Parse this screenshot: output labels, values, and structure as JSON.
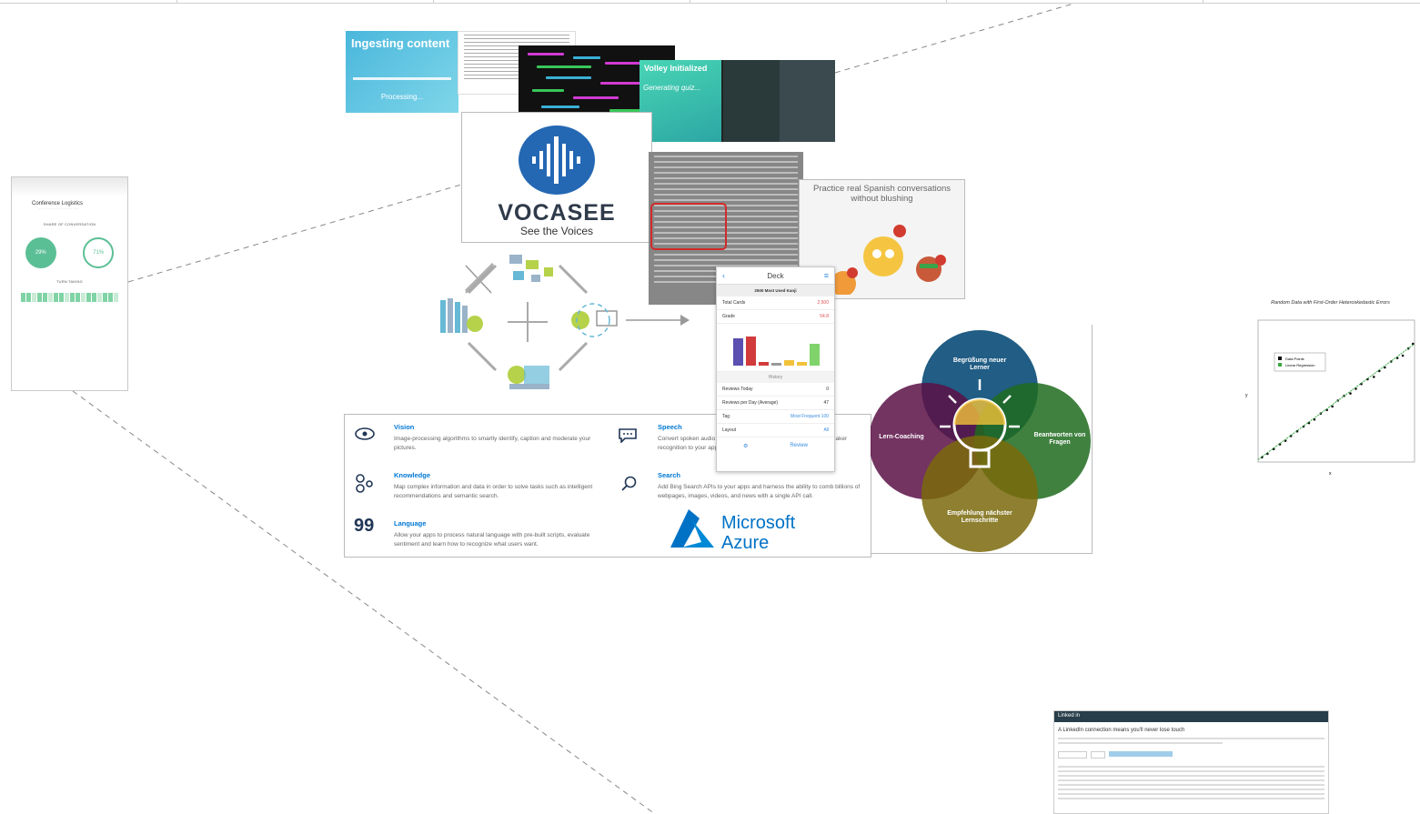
{
  "ingest": {
    "title": "Ingesting content",
    "status": "Processing..."
  },
  "volley": {
    "title": "Volley Initialized",
    "subtitle": "Generating quiz..."
  },
  "vocasee": {
    "brand": "VOCASEE",
    "tagline": "See the Voices"
  },
  "phone": {
    "title": "Conference Logistics",
    "section_share": "SHARE OF CONVERSATION",
    "left_pct": "29%",
    "right_pct": "71%",
    "section_turn": "TURN TAKING"
  },
  "spanish": {
    "tagline": "Practice real Spanish conversations without blushing"
  },
  "deck": {
    "header": "Deck",
    "subheader": "2500 Most Used Kanji",
    "rows": [
      {
        "label": "Total Cards",
        "value": "2,500"
      },
      {
        "label": "Grade",
        "value": "54.8"
      }
    ],
    "history_label": "History",
    "history_rows": [
      {
        "label": "Reviews Today",
        "value": "0"
      },
      {
        "label": "Reviews per Day (Average)",
        "value": "47"
      },
      {
        "label": "Tag",
        "value": "Most Frequent 100"
      },
      {
        "label": "Layout",
        "value": "All"
      }
    ],
    "review_button": "Review"
  },
  "services": [
    {
      "icon": "eye-icon",
      "title": "Vision",
      "desc": "Image-processing algorithms to smartly identify, caption and moderate your pictures."
    },
    {
      "icon": "speech-bubble-icon",
      "title": "Speech",
      "desc": "Convert spoken audio into text, use voice for verification, or add speaker recognition to your app."
    },
    {
      "icon": "knowledge-icon",
      "title": "Knowledge",
      "desc": "Map complex information and data in order to solve tasks such as intelligent recommendations and semantic search."
    },
    {
      "icon": "search-icon",
      "title": "Search",
      "desc": "Add Bing Search APIs to your apps and harness the ability to comb billions of webpages, images, videos, and news with a single API call."
    },
    {
      "icon": "quote-icon",
      "title": "Language",
      "desc": "Allow your apps to process natural language with pre-built scripts, evaluate sentiment and learn how to recognize what users want."
    }
  ],
  "azure": {
    "line1": "Microsoft",
    "line2": "Azure",
    "color": "#0072c6"
  },
  "venn": {
    "top": "Begrüßung neuer Lerner",
    "left": "Lern-Coaching",
    "right": "Beantworten von Fragen",
    "bottom": "Empfehlung nächster Lernschritte",
    "colors": {
      "top": "#0e4f79",
      "left": "#5a1046",
      "right": "#1f6b1f",
      "bottom": "#7a6a0c"
    }
  },
  "scatter": {
    "title": "Random Data with First-Order Heteroskedastic Errors",
    "legend": [
      "Data Points",
      "Linear Regression"
    ]
  },
  "linkedin": {
    "brand": "Linked in",
    "heading": "A LinkedIn connection means you'll never lose touch"
  },
  "chart_data": {
    "type": "scatter",
    "title": "Random Data with First-Order Heteroskedastic Errors",
    "xlabel": "x",
    "ylabel": "y",
    "xlim": [
      0,
      200
    ],
    "ylim": [
      0,
      1200
    ],
    "series": [
      {
        "name": "Data Points",
        "x": [
          5,
          12,
          20,
          28,
          35,
          42,
          50,
          58,
          65,
          72,
          80,
          88,
          95,
          102,
          110,
          118,
          125,
          132,
          140,
          148,
          155,
          162,
          170,
          178,
          185,
          192,
          198
        ],
        "y": [
          40,
          70,
          110,
          150,
          180,
          220,
          260,
          300,
          330,
          360,
          410,
          440,
          470,
          520,
          560,
          580,
          620,
          660,
          700,
          720,
          770,
          800,
          850,
          880,
          900,
          960,
          1000
        ]
      },
      {
        "name": "Linear Regression",
        "x": [
          0,
          200
        ],
        "y": [
          20,
          1000
        ]
      }
    ]
  }
}
